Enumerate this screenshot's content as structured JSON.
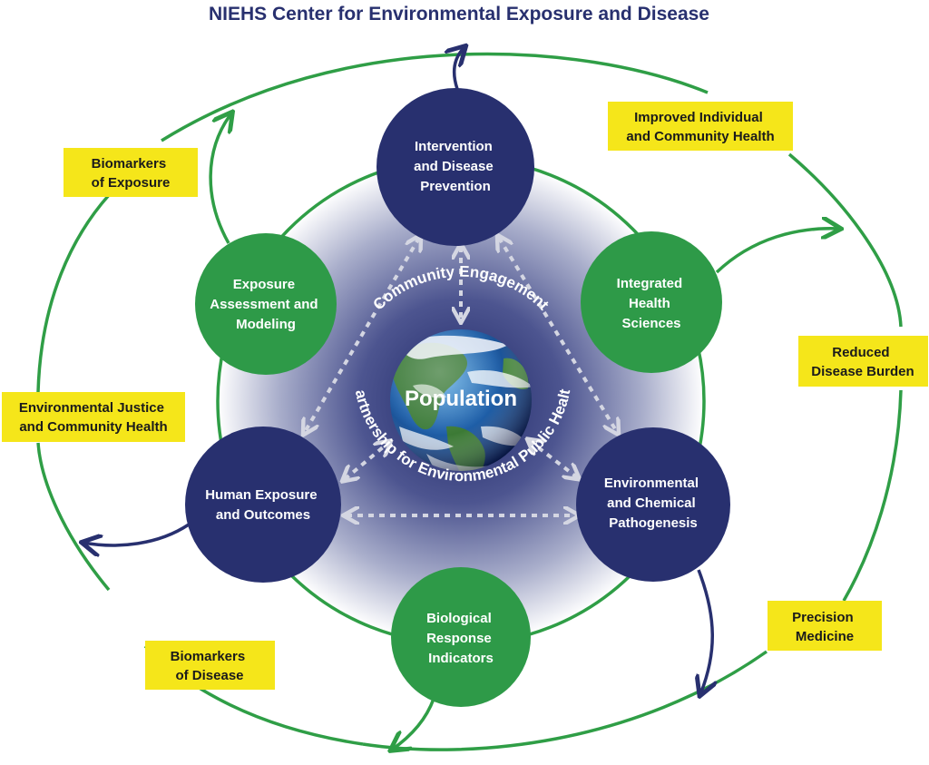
{
  "title": "NIEHS Center for Environmental Exposure and Disease",
  "colors": {
    "navy": "#28306f",
    "green": "#2e9a48",
    "cycle_green": "#2f9e46",
    "yellow": "#f5e61a",
    "dotted": "#d4d6e2"
  },
  "center": {
    "label": "Population",
    "icon": "earth-globe-icon",
    "arc_top": "Community Engagement",
    "arc_bottom": "Partnership for Environmental Public Health"
  },
  "nodes": [
    {
      "id": "intervention",
      "lines": [
        "Intervention",
        "and Disease",
        "Prevention"
      ],
      "color": "navy"
    },
    {
      "id": "integrated",
      "lines": [
        "Integrated",
        "Health",
        "Sciences"
      ],
      "color": "green"
    },
    {
      "id": "pathogenesis",
      "lines": [
        "Environmental",
        "and Chemical",
        "Pathogenesis"
      ],
      "color": "navy"
    },
    {
      "id": "biological",
      "lines": [
        "Biological",
        "Response",
        "Indicators"
      ],
      "color": "green"
    },
    {
      "id": "human-exposure",
      "lines": [
        "Human Exposure",
        "and Outcomes"
      ],
      "color": "navy"
    },
    {
      "id": "exposure-assessment",
      "lines": [
        "Exposure",
        "Assessment and",
        "Modeling"
      ],
      "color": "green"
    }
  ],
  "outcomes": [
    {
      "id": "improved-health",
      "lines": [
        "Improved Individual",
        "and Community Health"
      ]
    },
    {
      "id": "reduced-burden",
      "lines": [
        "Reduced",
        "Disease Burden"
      ]
    },
    {
      "id": "precision-medicine",
      "lines": [
        "Precision",
        "Medicine"
      ]
    },
    {
      "id": "biomarkers-disease",
      "lines": [
        "Biomarkers",
        "of Disease"
      ]
    },
    {
      "id": "environmental-justice",
      "lines": [
        "Environmental Justice",
        "and Community Health"
      ]
    },
    {
      "id": "biomarkers-exposure",
      "lines": [
        "Biomarkers",
        "of Exposure"
      ]
    }
  ]
}
